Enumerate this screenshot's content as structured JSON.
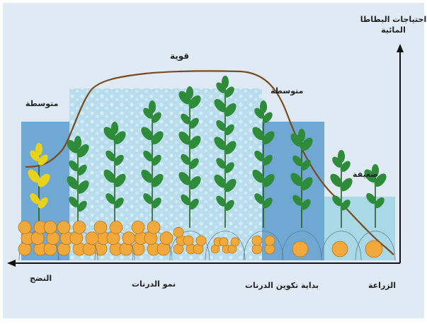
{
  "axis": {
    "y_title_line1": "احتياجات البطاطا",
    "y_title_line2": "المائية"
  },
  "curve_labels": {
    "strong": "قوية",
    "medium_left": "متوسطة",
    "medium_right": "متوسطة",
    "weak": "ضعيفة"
  },
  "stages": {
    "planting": "الزراعة",
    "tuber_start": "بداية تكوين الدرنات",
    "tuber_growth": "نمو الدرنات",
    "maturity": "النضج"
  },
  "colors": {
    "background": "#dfeaf4",
    "medium_block": "#6fa8d3",
    "strong_block": "#b8dcea",
    "weak_block": "#a9d8e6",
    "curve": "#7a4a1e",
    "leaf": "#2e8b3a",
    "tuber": "#f2a93b",
    "dry_leaf": "#e8d21c"
  }
}
